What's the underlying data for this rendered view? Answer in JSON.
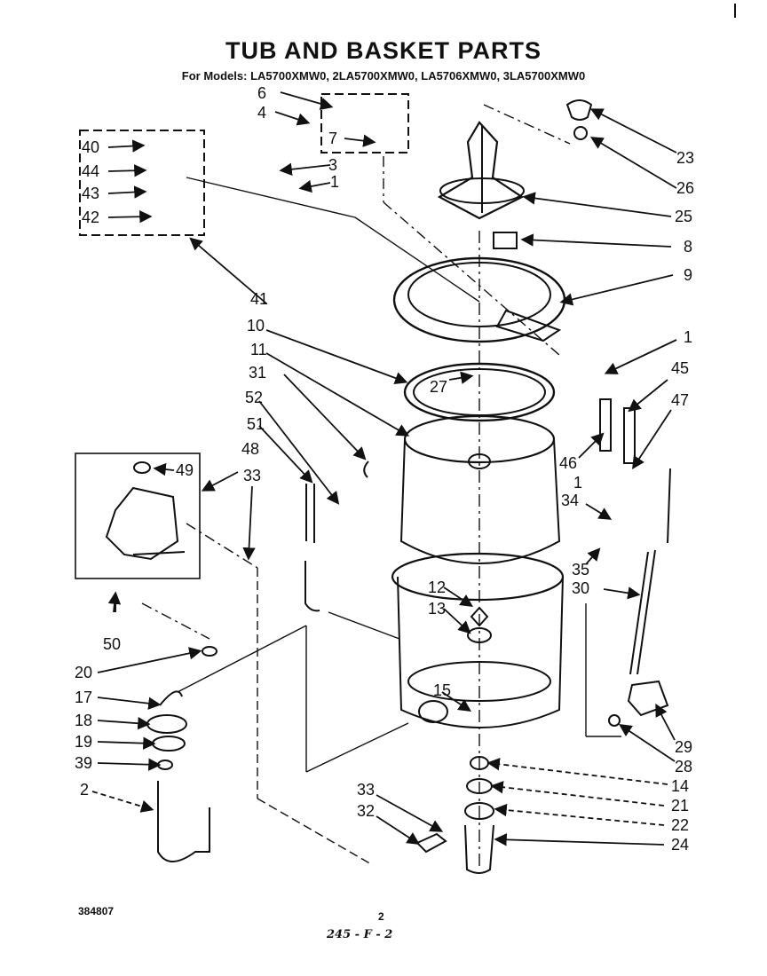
{
  "header": {
    "title": "TUB AND BASKET PARTS",
    "subtitle": "For Models: LA5700XMW0, 2LA5700XMW0, LA5706XMW0, 3LA5700XMW0"
  },
  "callouts": [
    "1",
    "2",
    "3",
    "4",
    "6",
    "7",
    "8",
    "9",
    "10",
    "11",
    "12",
    "13",
    "14",
    "15",
    "17",
    "18",
    "19",
    "20",
    "21",
    "22",
    "23",
    "24",
    "25",
    "26",
    "27",
    "28",
    "29",
    "30",
    "31",
    "32",
    "33",
    "34",
    "35",
    "39",
    "40",
    "41",
    "42",
    "43",
    "44",
    "45",
    "46",
    "47",
    "48",
    "49",
    "50",
    "51",
    "52"
  ],
  "footer": {
    "doc_code": "384807",
    "page_number": "2",
    "handwritten": "245 - F - 2"
  }
}
